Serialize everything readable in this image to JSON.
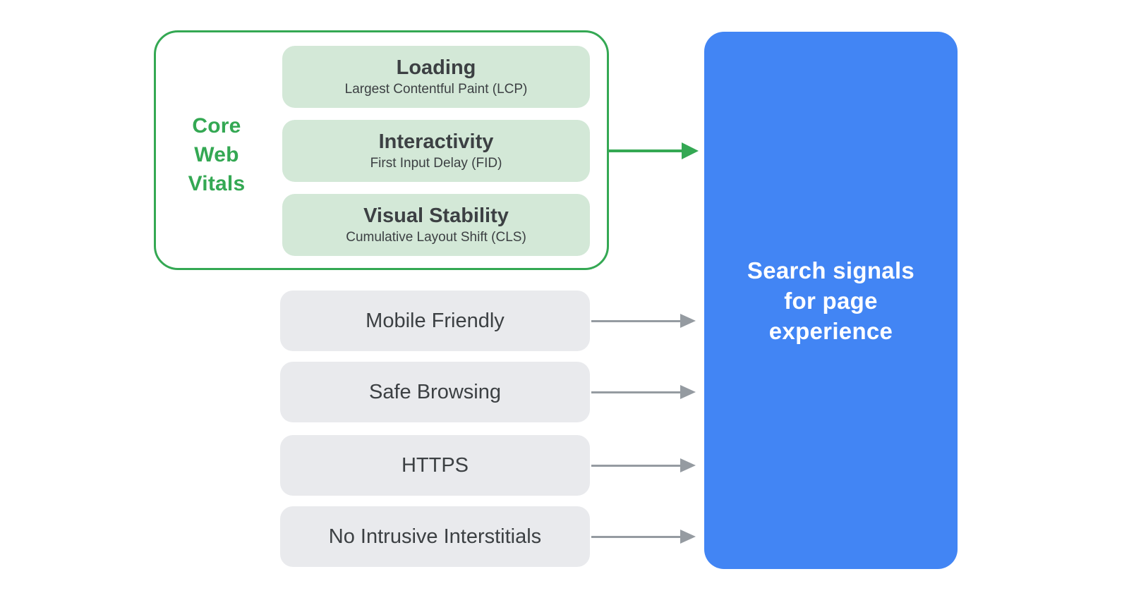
{
  "colors": {
    "green": "#34A853",
    "green-fill": "#D3E8D7",
    "gray-fill": "#E9EAED",
    "text-dark": "#3C4043",
    "arrow-gray": "#959BA1",
    "blue": "#4285F4",
    "text-on-blue": "#FFFFFF"
  },
  "core_web_vitals": {
    "label_lines": [
      "Core",
      "Web",
      "Vitals"
    ],
    "metrics": [
      {
        "title": "Loading",
        "subtitle": "Largest Contentful Paint (LCP)"
      },
      {
        "title": "Interactivity",
        "subtitle": "First Input Delay (FID)"
      },
      {
        "title": "Visual Stability",
        "subtitle": "Cumulative Layout Shift (CLS)"
      }
    ]
  },
  "other_signals": [
    {
      "label": "Mobile Friendly"
    },
    {
      "label": "Safe Browsing"
    },
    {
      "label": "HTTPS"
    },
    {
      "label": "No Intrusive Interstitials"
    }
  ],
  "target": {
    "lines": [
      "Search signals",
      "for page",
      "experience"
    ]
  }
}
